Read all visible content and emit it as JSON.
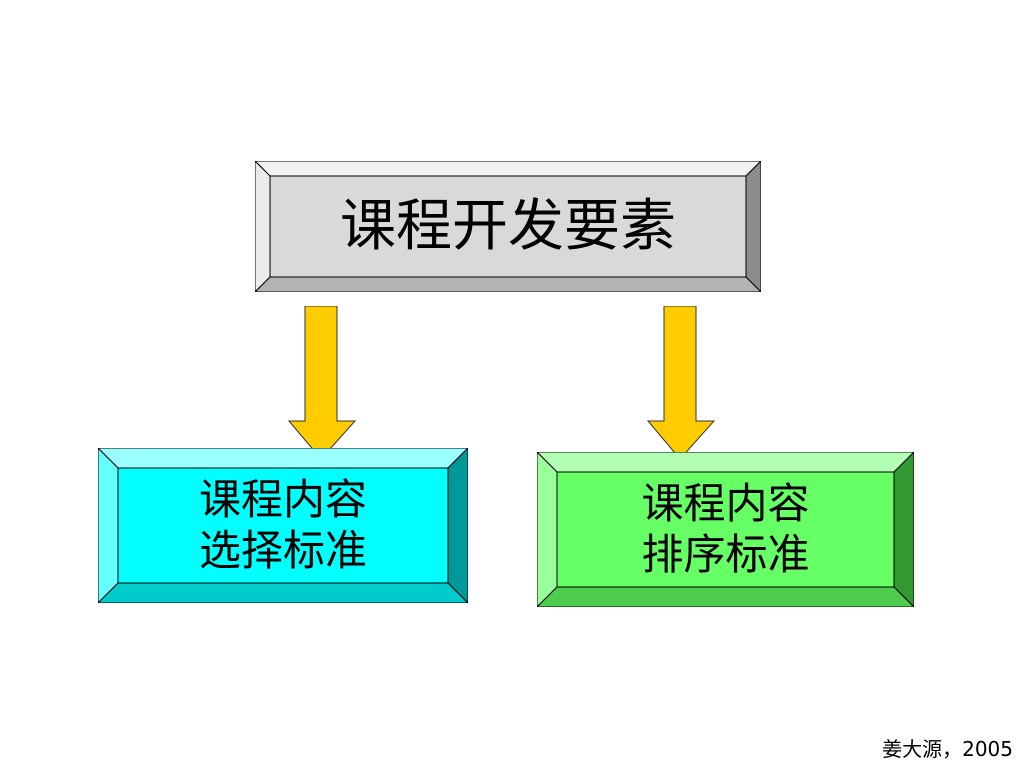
{
  "diagram": {
    "root": {
      "label": "课程开发要素",
      "face_color": "#d9d9d9"
    },
    "children": [
      {
        "lines": [
          "课程内容",
          "选择标准"
        ],
        "face_color": "#00ffff"
      },
      {
        "lines": [
          "课程内容",
          "排序标准"
        ],
        "face_color": "#66ff66"
      }
    ],
    "arrow_color": "#ffcc00"
  },
  "footer": {
    "credit": "姜大源，2005"
  }
}
